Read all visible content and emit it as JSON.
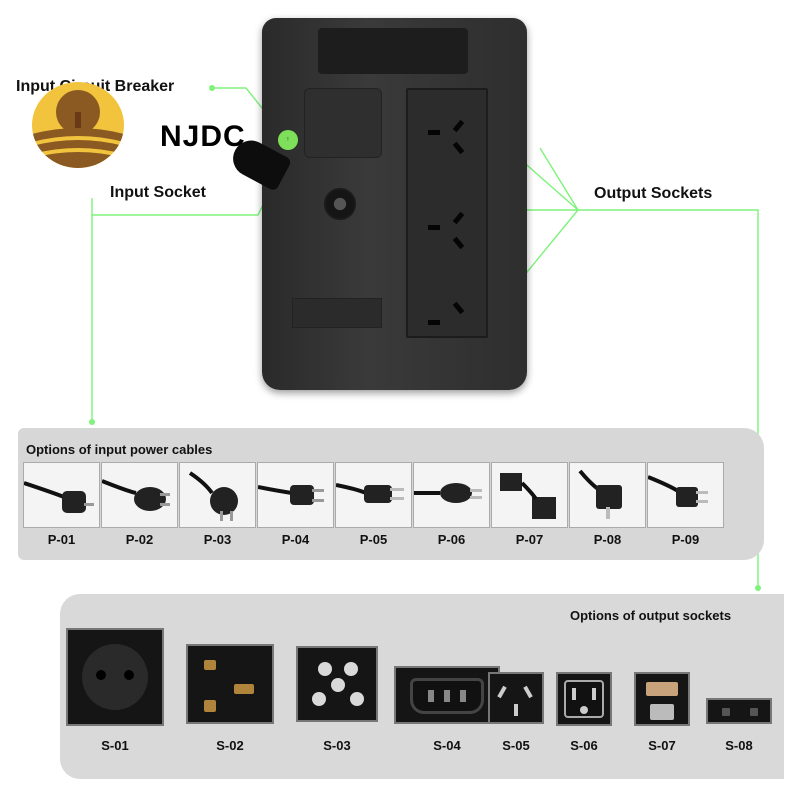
{
  "callouts": {
    "input_circuit_breaker": "Input Circuit Breaker",
    "input_socket": "Input Socket",
    "output_sockets": "Output Sockets"
  },
  "brand": "NJDC",
  "colors": {
    "callout_line": "#7ef27a",
    "panel_bg": "#d7d7d7",
    "device": "#2e2e2e"
  },
  "input_cables": {
    "title": "Options of input power cables",
    "items": [
      {
        "label": "P-01"
      },
      {
        "label": "P-02"
      },
      {
        "label": "P-03"
      },
      {
        "label": "P-04"
      },
      {
        "label": "P-05"
      },
      {
        "label": "P-06"
      },
      {
        "label": "P-07"
      },
      {
        "label": "P-08"
      },
      {
        "label": "P-09"
      }
    ]
  },
  "output_sockets": {
    "title": "Options of output sockets",
    "items": [
      {
        "label": "S-01"
      },
      {
        "label": "S-02"
      },
      {
        "label": "S-03"
      },
      {
        "label": "S-04"
      },
      {
        "label": "S-05"
      },
      {
        "label": "S-06"
      },
      {
        "label": "S-07"
      },
      {
        "label": "S-08"
      }
    ]
  }
}
